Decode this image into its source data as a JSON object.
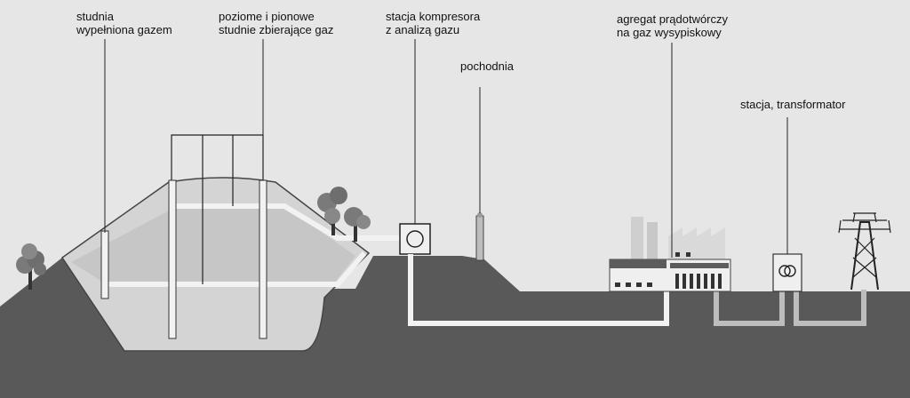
{
  "labels": {
    "gas_well": [
      "studnia",
      "wypełniona gazem"
    ],
    "collection_wells": [
      "poziome i pionowe",
      "studnie zbierające gaz"
    ],
    "compressor_station": [
      "stacja kompresora",
      "z analizą gazu"
    ],
    "flare": [
      "pochodnia"
    ],
    "generator": [
      "agregat prądotwórczy",
      "na gaz wysypiskowy"
    ],
    "transformer": [
      "stacja, transformator"
    ]
  },
  "colors": {
    "sky": "#e6e6e6",
    "ground": "#595959",
    "landfill_body": "#d4d4d4",
    "pipe": "#f2f2f2",
    "leader_line": "#222222"
  }
}
